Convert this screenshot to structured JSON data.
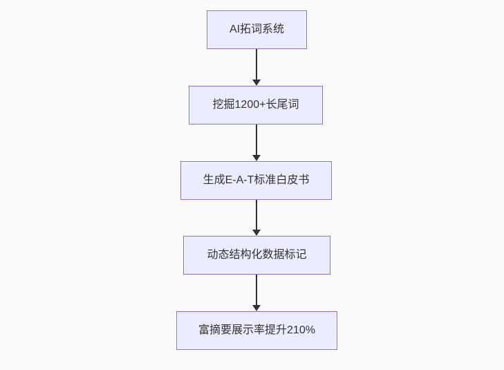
{
  "flowchart": {
    "title": "",
    "direction": "top-down",
    "colors": {
      "background": "#fafafa",
      "node_fill": "#ECECFF",
      "node_border": "#9370DB",
      "arrow_color": "#333333",
      "text_color": "#333333"
    },
    "nodes": [
      {
        "id": "node-1",
        "label": "AI拓词系统"
      },
      {
        "id": "node-2",
        "label": "挖掘1200+长尾词"
      },
      {
        "id": "node-3",
        "label": "生成E-A-T标准白皮书"
      },
      {
        "id": "node-4",
        "label": "动态结构化数据标记"
      },
      {
        "id": "node-5",
        "label": "富摘要展示率提升210%"
      }
    ],
    "edges": [
      {
        "from": "node-1",
        "to": "node-2"
      },
      {
        "from": "node-2",
        "to": "node-3"
      },
      {
        "from": "node-3",
        "to": "node-4"
      },
      {
        "from": "node-4",
        "to": "node-5"
      }
    ]
  }
}
